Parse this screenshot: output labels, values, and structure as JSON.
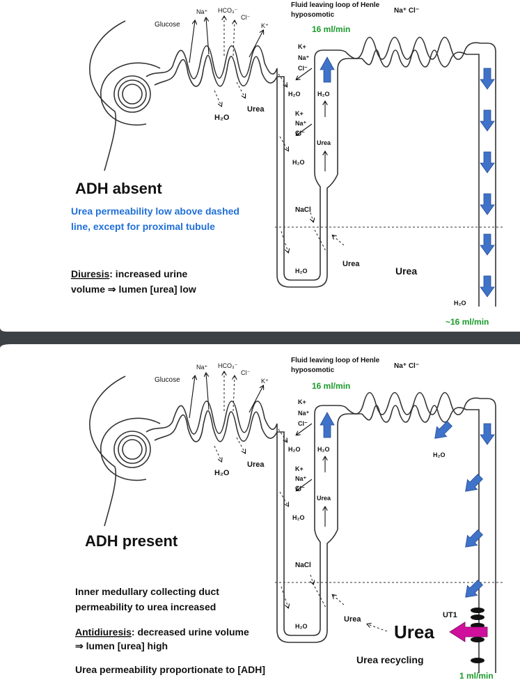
{
  "colors": {
    "accent_blue": "#1f6fd8",
    "flow_green": "#1a9a2a",
    "arrow_blue": "#3f72c9",
    "magenta": "#d0109c",
    "divider": "#3c4146"
  },
  "panels": [
    {
      "id": "absent",
      "title": "ADH absent",
      "ions": {
        "na": "Na⁺",
        "hco3": "HCO₃⁻",
        "cl": "Cl⁻",
        "k": "K⁺",
        "glucose": "Glucose"
      },
      "h2o": "H₂O",
      "urea": "Urea",
      "loop_labels": {
        "k": "K+",
        "na": "Na⁺",
        "cl": "Cl⁻",
        "nacl": "NaCl"
      },
      "fluid_note_1": "Fluid leaving loop of Henle",
      "fluid_note_2": "hyposomotic",
      "flow_top": "16 ml/min",
      "na_cl_top": "Na⁺ Cl⁻",
      "permeability_1": "Urea permeability low above dashed",
      "permeability_2": "line, except for proximal tubule",
      "diuresis_term": "Diuresis",
      "diuresis_rest": ": increased urine",
      "diuresis_line2": "volume ⇒ lumen [urea] low",
      "interstitial_urea": "Urea",
      "flow_bottom": "~16 ml/min"
    },
    {
      "id": "present",
      "title": "ADH present",
      "ions": {
        "na": "Na⁺",
        "hco3": "HCO₃⁻",
        "cl": "Cl⁻",
        "k": "K⁺",
        "glucose": "Glucose"
      },
      "h2o": "H₂O",
      "urea": "Urea",
      "loop_labels": {
        "k": "K+",
        "na": "Na⁺",
        "cl": "Cl⁻",
        "nacl": "NaCl"
      },
      "fluid_note_1": "Fluid leaving loop of Henle",
      "fluid_note_2": "hyposomotic",
      "flow_top": "16 ml/min",
      "na_cl_top": "Na⁺ Cl⁻",
      "permeability_1": "Inner medullary collecting duct",
      "permeability_2": "permeability to urea increased",
      "antidiuresis_term": "Antidiuresis",
      "antidiuresis_rest": ": decreased urine volume",
      "antidiuresis_line2": "⇒ lumen [urea] high",
      "proportion_note": "Urea permeability proportionate to [ADH]",
      "interstitial_urea": "Urea",
      "big_urea": "Urea",
      "ut1": "UT1",
      "recycling": "Urea recycling",
      "flow_bottom": "1 ml/min"
    }
  ]
}
